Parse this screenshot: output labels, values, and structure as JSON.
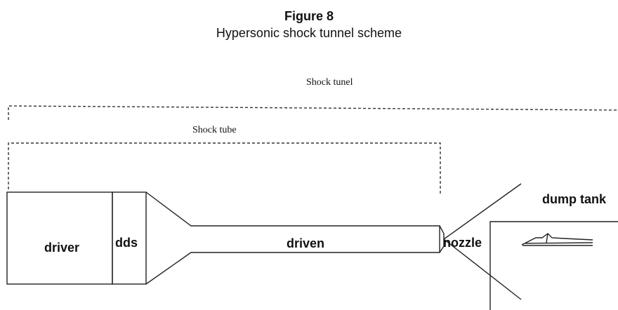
{
  "figure": {
    "label": "Figure 8",
    "title": "Hypersonic shock tunnel scheme"
  },
  "diagram": {
    "shock_tunnel_label": "Shock tunel",
    "shock_tube_label": "Shock tube",
    "sections": {
      "driver": "driver",
      "dds": "dds",
      "driven": "driven",
      "nozzle": "nozzle",
      "dump_tank": "dump tank"
    }
  }
}
